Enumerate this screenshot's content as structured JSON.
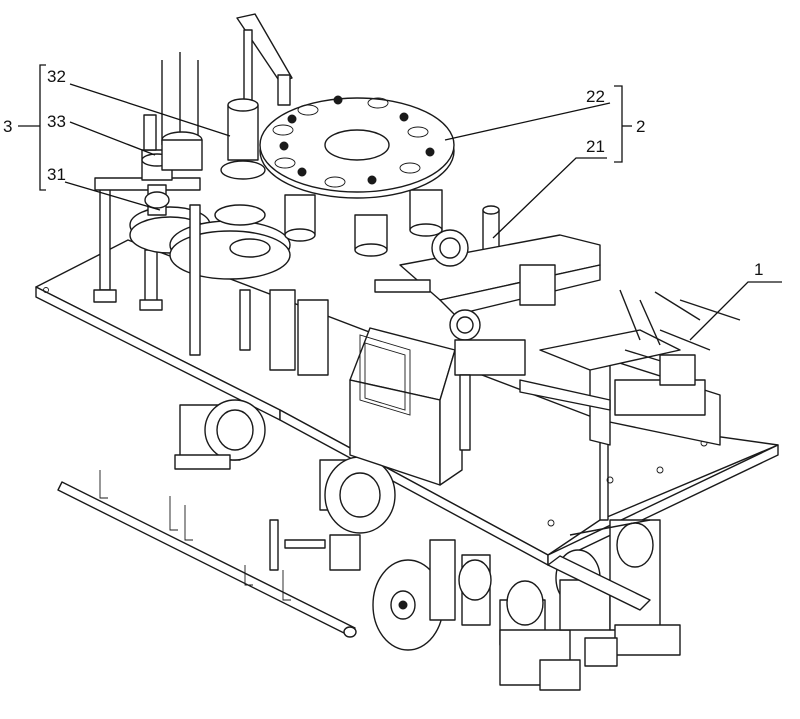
{
  "figure": {
    "labels": {
      "group_3": "3",
      "part_32": "32",
      "part_33": "33",
      "part_31": "31",
      "group_2": "2",
      "part_22": "22",
      "part_21": "21",
      "part_1": "1"
    }
  }
}
